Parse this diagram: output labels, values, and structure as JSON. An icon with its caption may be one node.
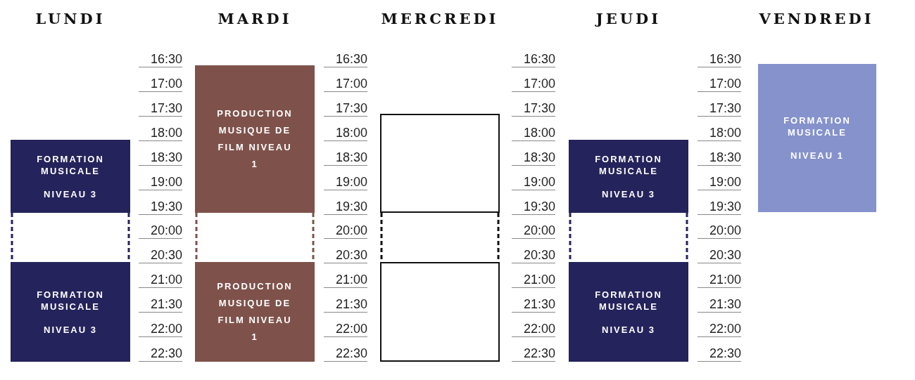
{
  "diagram": {
    "nodes": [
      {
        "text": [
          "FORMATION MUSICALE",
          "NIVEAU 3"
        ]
      },
      {
        "text": [
          "FORMATION MUSICALE",
          "NIVEAU 3"
        ]
      },
      {
        "text": [
          "PRODUCTION MUSIQUE DE FILM NIVEAU 1"
        ]
      },
      {
        "text": [
          "PRODUCTION MUSIQUE DE FILM NIVEAU 1"
        ]
      },
      {
        "text": [],
        "shape": "box"
      },
      {
        "text": [],
        "shape": "box"
      },
      {
        "text": [
          "FORMATION MUSICALE",
          "NIVEAU 3"
        ]
      },
      {
        "text": [
          "FORMATION MUSICALE",
          "NIVEAU 3"
        ]
      },
      {
        "text": [
          "FORMATION MUSICALE",
          "NIVEAU 1"
        ]
      }
    ],
    "edges": [
      {
        "from": 0,
        "to": 1,
        "arrow": "none",
        "style": "dashed",
        "color": "#25235b"
      },
      {
        "from": 0,
        "to": 1,
        "arrow": "none",
        "style": "dashed",
        "color": "#25235b"
      },
      {
        "from": 2,
        "to": 3,
        "arrow": "none",
        "style": "dashed",
        "color": "#7e524b"
      },
      {
        "from": 2,
        "to": 3,
        "arrow": "none",
        "style": "dashed",
        "color": "#7e524b"
      },
      {
        "from": 4,
        "to": 5,
        "arrow": "none",
        "style": "dashed",
        "color": "#111111"
      },
      {
        "from": 4,
        "to": 5,
        "arrow": "none",
        "style": "dashed",
        "color": "#111111"
      },
      {
        "from": 6,
        "to": 7,
        "arrow": "none",
        "style": "dashed",
        "color": "#25235b"
      },
      {
        "from": 6,
        "to": 7,
        "arrow": "none",
        "style": "dashed",
        "color": "#25235b"
      }
    ],
    "labels": [
      "LUNDI",
      "MARDI",
      "MERCREDI",
      "JEUDI",
      "VENDREDI",
      "16:30",
      "17:00",
      "17:30",
      "18:00",
      "18:30",
      "19:00",
      "19:30",
      "20:00",
      "20:30",
      "21:00",
      "21:30",
      "22:00",
      "22:30",
      "16:30",
      "17:00",
      "17:30",
      "18:00",
      "18:30",
      "19:00",
      "19:30",
      "20:00",
      "20:30",
      "21:00",
      "21:30",
      "22:00",
      "22:30",
      "16:30",
      "17:00",
      "17:30",
      "18:00",
      "18:30",
      "19:00",
      "19:30",
      "20:00",
      "20:30",
      "21:00",
      "21:30",
      "22:00",
      "22:30",
      "16:30",
      "17:00",
      "17:30",
      "18:00",
      "18:30",
      "19:00",
      "19:30",
      "20:00",
      "20:30",
      "21:00",
      "21:30",
      "22:00",
      "22:30"
    ]
  }
}
